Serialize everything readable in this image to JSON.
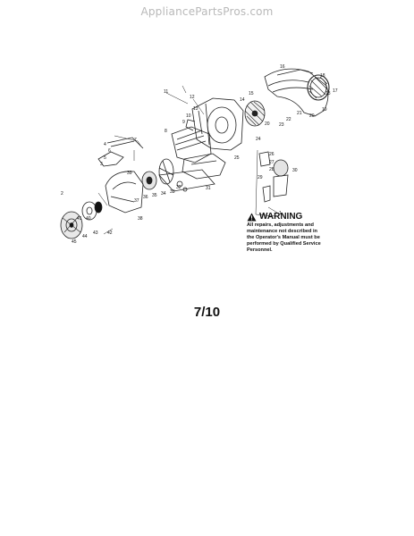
{
  "watermark": "AppliancePartsPros.com",
  "warning": {
    "title": "WARNING",
    "text": "All repairs, adjustments and\nmaintenance not described in\nthe Operator's Manual must be\nperformed by Qualified Service\nPersonnel."
  },
  "page_number": "7/10",
  "callouts": {
    "c1": "1",
    "c2": "2",
    "c3": "3",
    "c4": "4",
    "c5": "5",
    "c6": "6",
    "c7": "7",
    "c8": "8",
    "c9": "9",
    "c10": "10",
    "c11": "11",
    "c12": "12",
    "c13": "13",
    "c14": "14",
    "c15": "15",
    "c16": "16",
    "c17": "17",
    "c18": "18",
    "c19": "19",
    "c20": "20",
    "c21": "21",
    "c22": "22",
    "c23": "23",
    "c24": "24",
    "c25": "25",
    "c26": "26",
    "c27": "27",
    "c28": "28",
    "c29": "29",
    "c30": "30",
    "c31": "31",
    "c32": "32",
    "c33": "33",
    "c34": "34",
    "c35": "35",
    "c36": "36",
    "c37": "37",
    "c38": "38",
    "c39": "39",
    "c40": "40",
    "c41": "41",
    "c42": "42",
    "c43": "43",
    "c44": "44",
    "c45": "45"
  }
}
